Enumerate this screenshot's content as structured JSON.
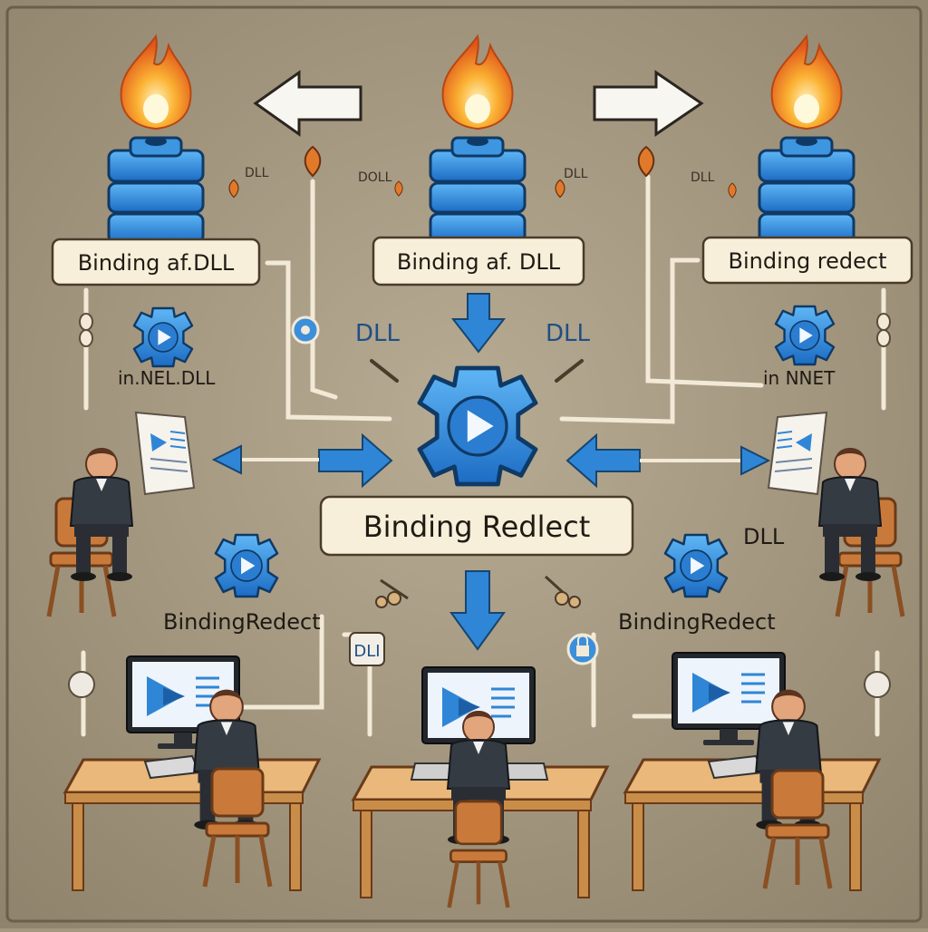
{
  "diagram": {
    "labels": {
      "binding_left": "Binding af.DLL",
      "binding_center": "Binding af. DLL",
      "binding_right": "Binding redect",
      "binding_main": "Binding Redlect",
      "br_left": "BindingRedect",
      "br_right": "BindingRedect"
    },
    "small_text": {
      "dll_tag_1": "DLL",
      "dll_tag_2": "DOLL",
      "dll_tag_3": "DLL",
      "dll_tag_4": "DLL",
      "in_net_left": "in.NEL.DLL",
      "in_net_right": "in NNET",
      "dll_mid_left": "DLL",
      "dll_mid_right": "DLL",
      "dll_right": "DLL",
      "dll_box": "DLI"
    },
    "colors": {
      "background": "#a59880",
      "accent_blue": "#2f86d6",
      "flame": "#f08a1e",
      "label_fill": "#f7efd9"
    },
    "icons": [
      "flame-icon",
      "server-stack-icon",
      "gear-play-icon",
      "document-icon",
      "monitor-icon",
      "person-icon",
      "desk-icon",
      "chair-icon"
    ]
  }
}
